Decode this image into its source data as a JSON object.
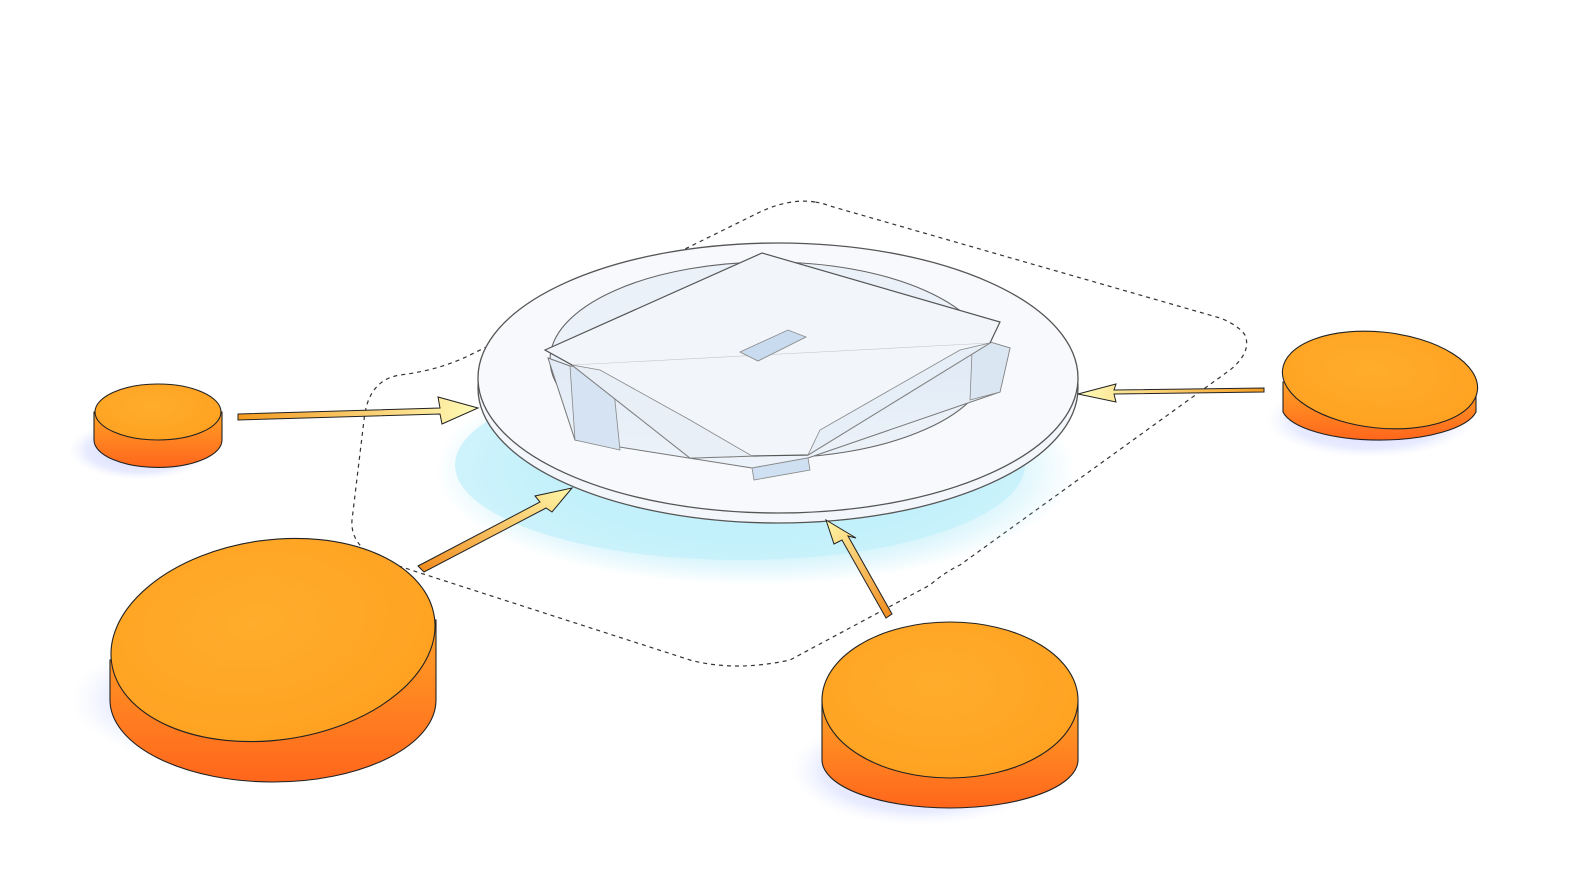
{
  "diagram": {
    "kind": "axonometric-concept-diagram",
    "central_element": {
      "name": "central-ring-platform",
      "description_visible": false,
      "colors": {
        "surface": "#f6f8fb",
        "stroke": "#5a5a5a",
        "glow": "#9fe3f5",
        "inner_light": "#dce7f4"
      }
    },
    "satellites": [
      {
        "name": "satellite-disc-west",
        "size": "small"
      },
      {
        "name": "satellite-disc-southwest",
        "size": "large"
      },
      {
        "name": "satellite-disc-south",
        "size": "large"
      },
      {
        "name": "satellite-disc-east",
        "size": "medium"
      }
    ],
    "arrows": [
      {
        "name": "arrow-west",
        "from": "satellite-disc-west",
        "to": "central-ring-platform"
      },
      {
        "name": "arrow-southwest",
        "from": "satellite-disc-southwest",
        "to": "central-ring-platform"
      },
      {
        "name": "arrow-south",
        "from": "satellite-disc-south",
        "to": "central-ring-platform"
      },
      {
        "name": "arrow-east",
        "from": "satellite-disc-east",
        "to": "central-ring-platform"
      }
    ],
    "boundary": {
      "name": "dashed-site-boundary",
      "style": "dashed"
    },
    "colors": {
      "disc_top": "#ffa524",
      "disc_side_top": "#ff9a26",
      "disc_side_bottom": "#ff6a1e",
      "disc_shadow": "#b9c6ff",
      "arrow_orange": "#f08a1c",
      "arrow_yellow": "#fff7a8",
      "outline": "#2a2a2a"
    }
  }
}
